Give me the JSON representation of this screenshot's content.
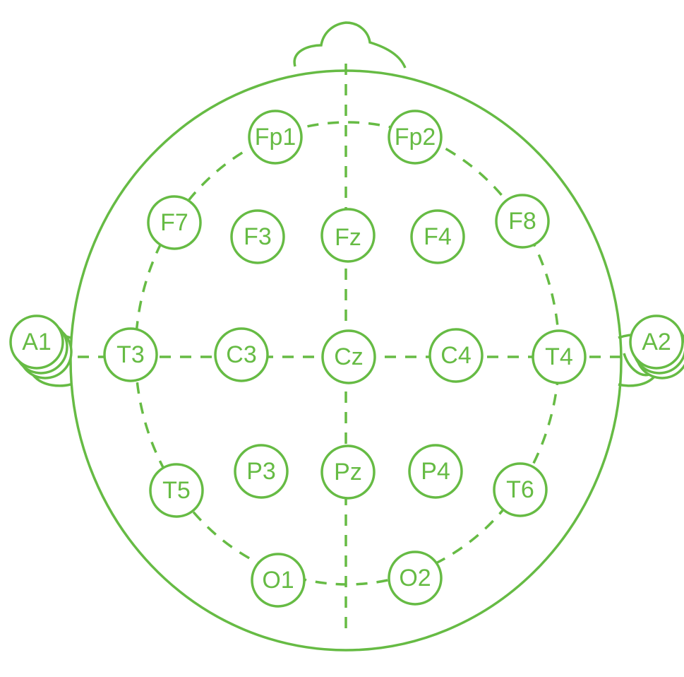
{
  "diagram": {
    "colors": {
      "stroke": "#66bb44",
      "background": "#ffffff"
    },
    "electrodes": {
      "fp1": "Fp1",
      "fp2": "Fp2",
      "f7": "F7",
      "f3": "F3",
      "fz": "Fz",
      "f4": "F4",
      "f8": "F8",
      "a1": "A1",
      "t3": "T3",
      "c3": "C3",
      "cz": "Cz",
      "c4": "C4",
      "t4": "T4",
      "a2": "A2",
      "t5": "T5",
      "p3": "P3",
      "pz": "Pz",
      "p4": "P4",
      "t6": "T6",
      "o1": "O1",
      "o2": "O2"
    }
  }
}
